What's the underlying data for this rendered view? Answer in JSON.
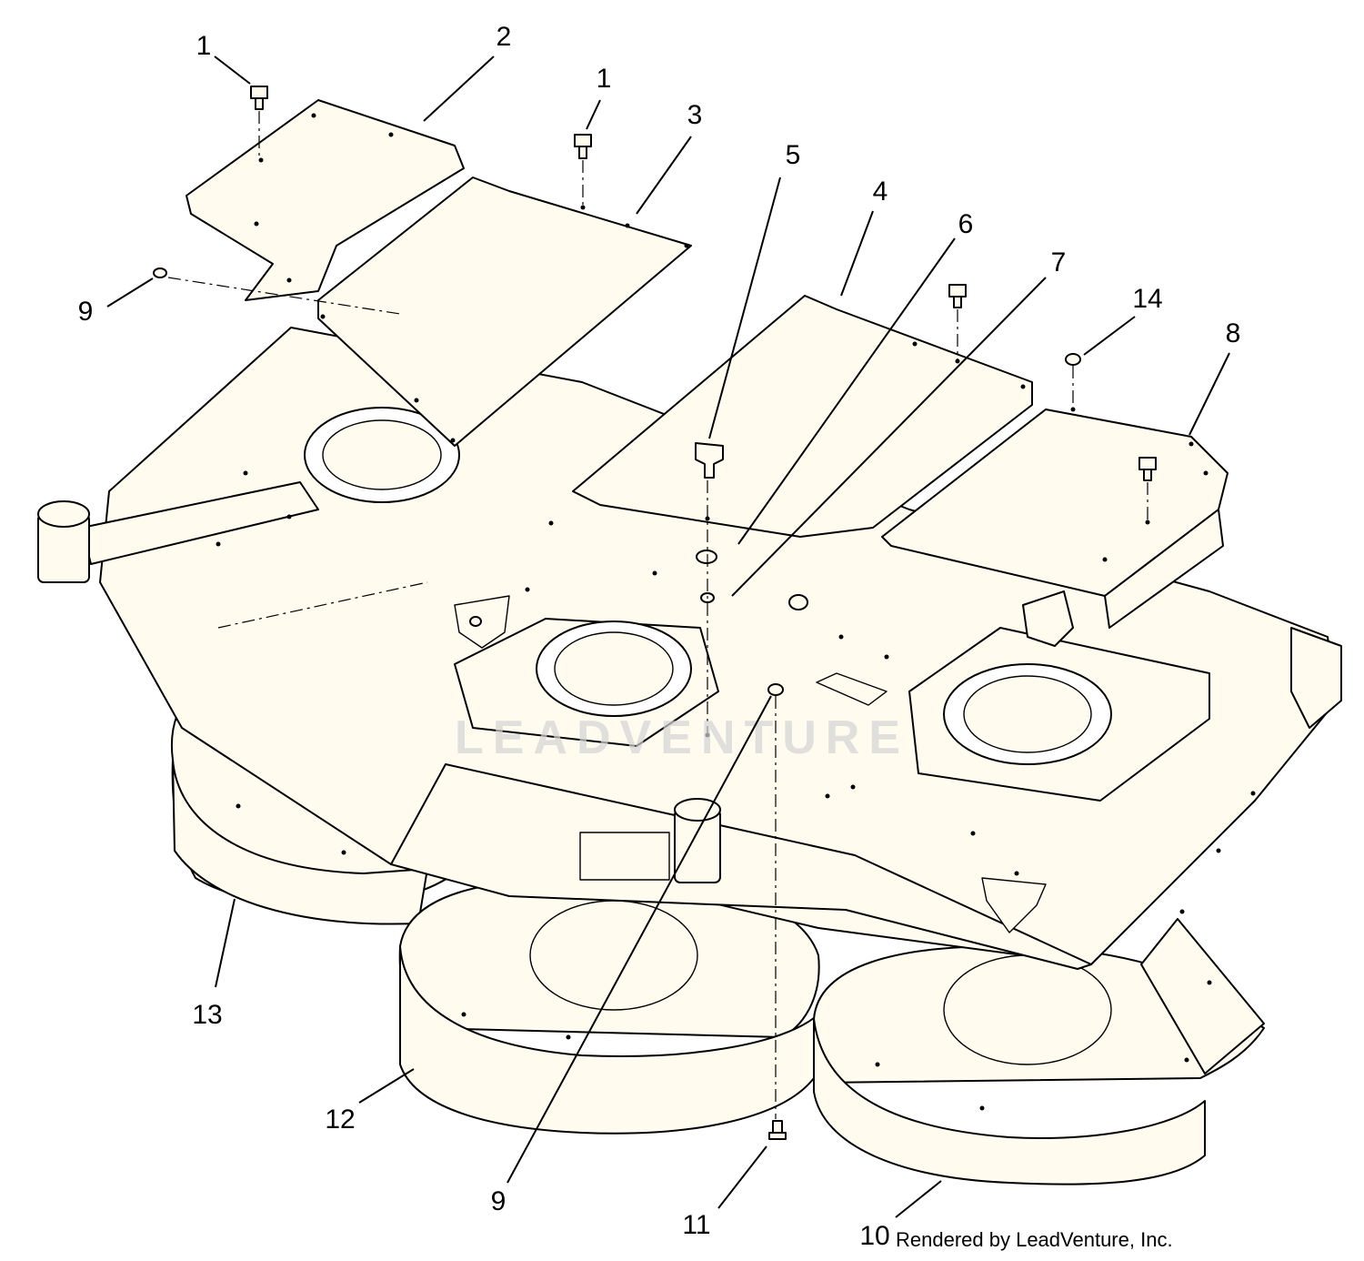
{
  "diagram": {
    "callouts": [
      {
        "id": "1a",
        "label": "1"
      },
      {
        "id": "2",
        "label": "2"
      },
      {
        "id": "1b",
        "label": "1"
      },
      {
        "id": "3",
        "label": "3"
      },
      {
        "id": "5",
        "label": "5"
      },
      {
        "id": "4",
        "label": "4"
      },
      {
        "id": "6",
        "label": "6"
      },
      {
        "id": "7",
        "label": "7"
      },
      {
        "id": "14",
        "label": "14"
      },
      {
        "id": "8",
        "label": "8"
      },
      {
        "id": "9a",
        "label": "9"
      },
      {
        "id": "13",
        "label": "13"
      },
      {
        "id": "12",
        "label": "12"
      },
      {
        "id": "9b",
        "label": "9"
      },
      {
        "id": "11",
        "label": "11"
      },
      {
        "id": "10",
        "label": "10"
      }
    ],
    "watermark": "LEADVENTURE",
    "credit": "Rendered by LeadVenture, Inc."
  }
}
